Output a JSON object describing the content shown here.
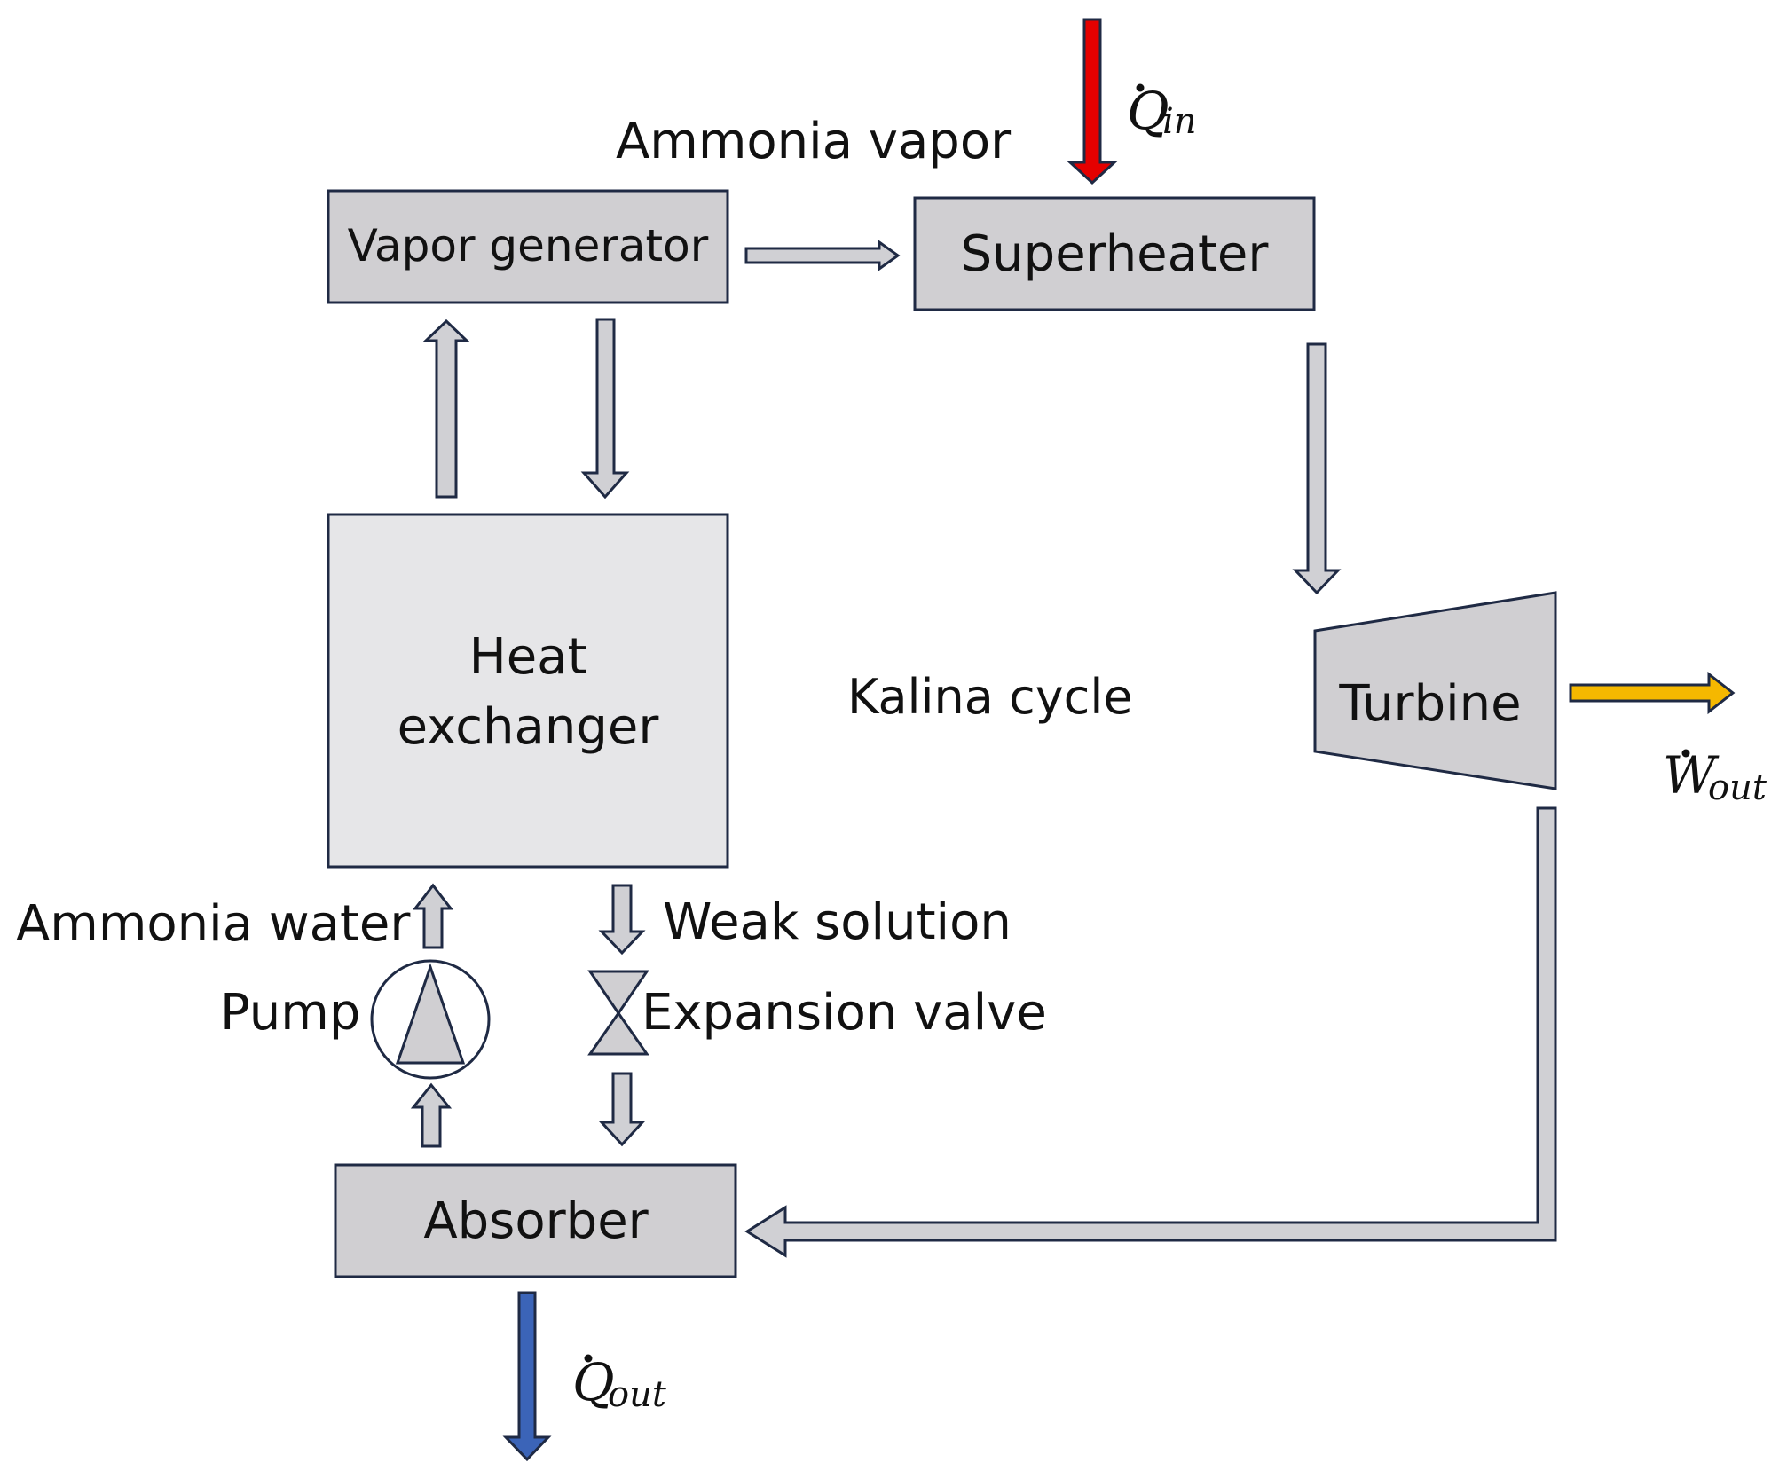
{
  "components": {
    "vapor_generator": "Vapor generator",
    "superheater": "Superheater",
    "heat_exchanger_line1": "Heat",
    "heat_exchanger_line2": "exchanger",
    "turbine": "Turbine",
    "absorber": "Absorber"
  },
  "labels": {
    "ammonia_vapor": "Ammonia vapor",
    "cycle_name": "Kalina cycle",
    "ammonia_water": "Ammonia water",
    "weak_solution": "Weak solution",
    "pump": "Pump",
    "expansion_valve": "Expansion valve"
  },
  "energy_flows": {
    "heat_in_symbol": "Q",
    "heat_in_sub": "in",
    "heat_out_symbol": "Q",
    "heat_out_sub": "out",
    "work_out_symbol": "W",
    "work_out_sub": "out"
  },
  "colors": {
    "box_dark": "#d0cfd2",
    "box_light": "#e6e6e8",
    "outline": "#1f2a44",
    "heat_in_arrow": "#e50000",
    "heat_out_arrow": "#3b64b8",
    "work_out_arrow": "#f5b800"
  }
}
